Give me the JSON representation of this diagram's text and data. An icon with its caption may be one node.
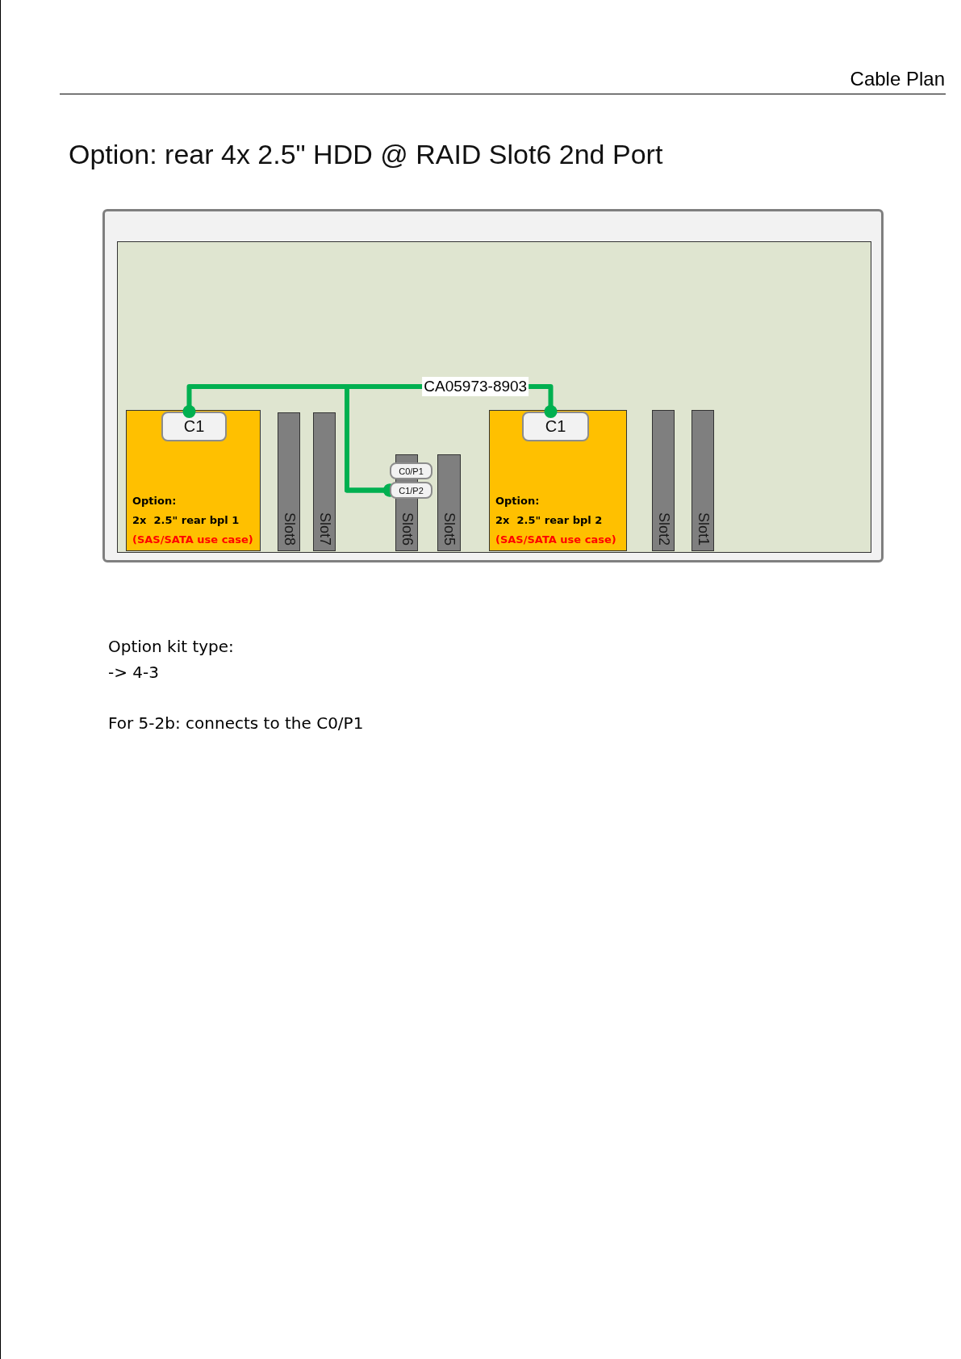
{
  "diagram": {
    "title": "Option: rear 4x 2.5\" HDD @ RAID Slot6 2nd Port",
    "nodes": [
      {
        "text": [
          "Option:",
          "2x  2.5\" rear bpl 1",
          "(SAS/SATA use case)"
        ]
      },
      {
        "text": [
          "C1"
        ],
        "in": 0
      },
      {
        "text": [
          "Slot8"
        ]
      },
      {
        "text": [
          "Slot7"
        ]
      },
      {
        "text": [
          "Slot6"
        ]
      },
      {
        "text": [
          "C0/P1"
        ]
      },
      {
        "text": [
          "C1/P2"
        ]
      },
      {
        "text": [
          "Slot5"
        ]
      },
      {
        "text": [
          "Option:",
          "2x  2.5\" rear bpl 2",
          "(SAS/SATA use case)"
        ]
      },
      {
        "text": [
          "C1"
        ],
        "in": 8
      },
      {
        "text": [
          "Slot2"
        ]
      },
      {
        "text": [
          "Slot1"
        ]
      }
    ],
    "edges": [
      {
        "from": 6,
        "to": 1,
        "arrow": "other"
      },
      {
        "from": 6,
        "to": 9,
        "arrow": "other",
        "label": "CA05973-8903"
      }
    ],
    "labels": [
      "Cable Plan",
      "Option kit type:",
      "-> 4-3",
      "For 5-2b: connects to the C0/P1"
    ]
  }
}
